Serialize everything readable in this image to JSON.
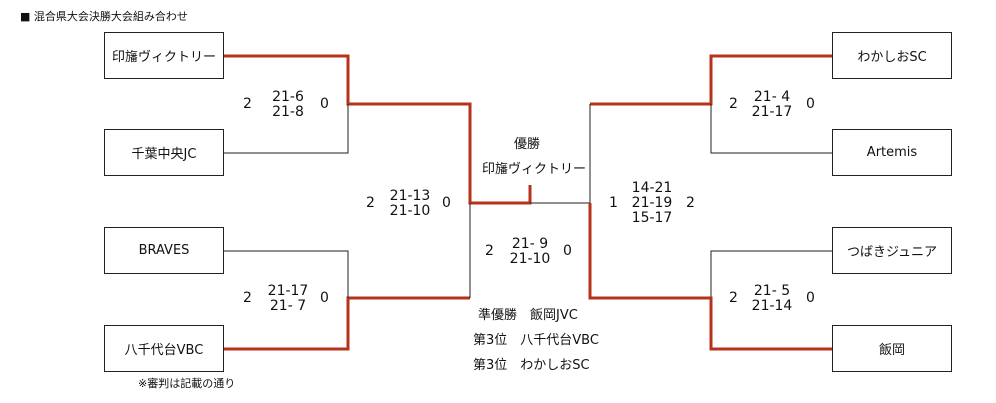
{
  "header": "■ 混合県大会決勝大会組み合わせ",
  "teams": {
    "l1": "印旛ヴィクトリー",
    "l2": "千葉中央JC",
    "l3": "BRAVES",
    "l4": "八千代台VBC",
    "r1": "わかしおSC",
    "r2": "Artemis",
    "r3": "つばきジュニア",
    "r4": "飯岡"
  },
  "matches": {
    "m1": {
      "left": "2",
      "sets": "21-6\n21-8",
      "right": "0"
    },
    "m2": {
      "left": "2",
      "sets": "21-17\n21- 7",
      "right": "0"
    },
    "m3": {
      "left": "2",
      "sets": "21- 4\n21-17",
      "right": "0"
    },
    "m4": {
      "left": "2",
      "sets": "21- 5\n21-14",
      "right": "0"
    },
    "sf1": {
      "left": "2",
      "sets": "21-13\n21-10",
      "right": "0"
    },
    "sf2": {
      "left": "1",
      "sets": "14-21\n21-19\n15-17",
      "right": "2"
    },
    "final": {
      "left": "2",
      "sets": "21- 9\n21-10",
      "right": "0"
    }
  },
  "champion_label": "優勝",
  "champion": "印旛ヴィクトリー",
  "results": {
    "runner_up": "準優勝　飯岡JVC",
    "third1": "第3位　八千代台VBC",
    "third2": "第3位　わかしおSC"
  },
  "note": "※審判は記載の通り",
  "colors": {
    "winner_line": "#b5331a",
    "line": "#222222"
  }
}
